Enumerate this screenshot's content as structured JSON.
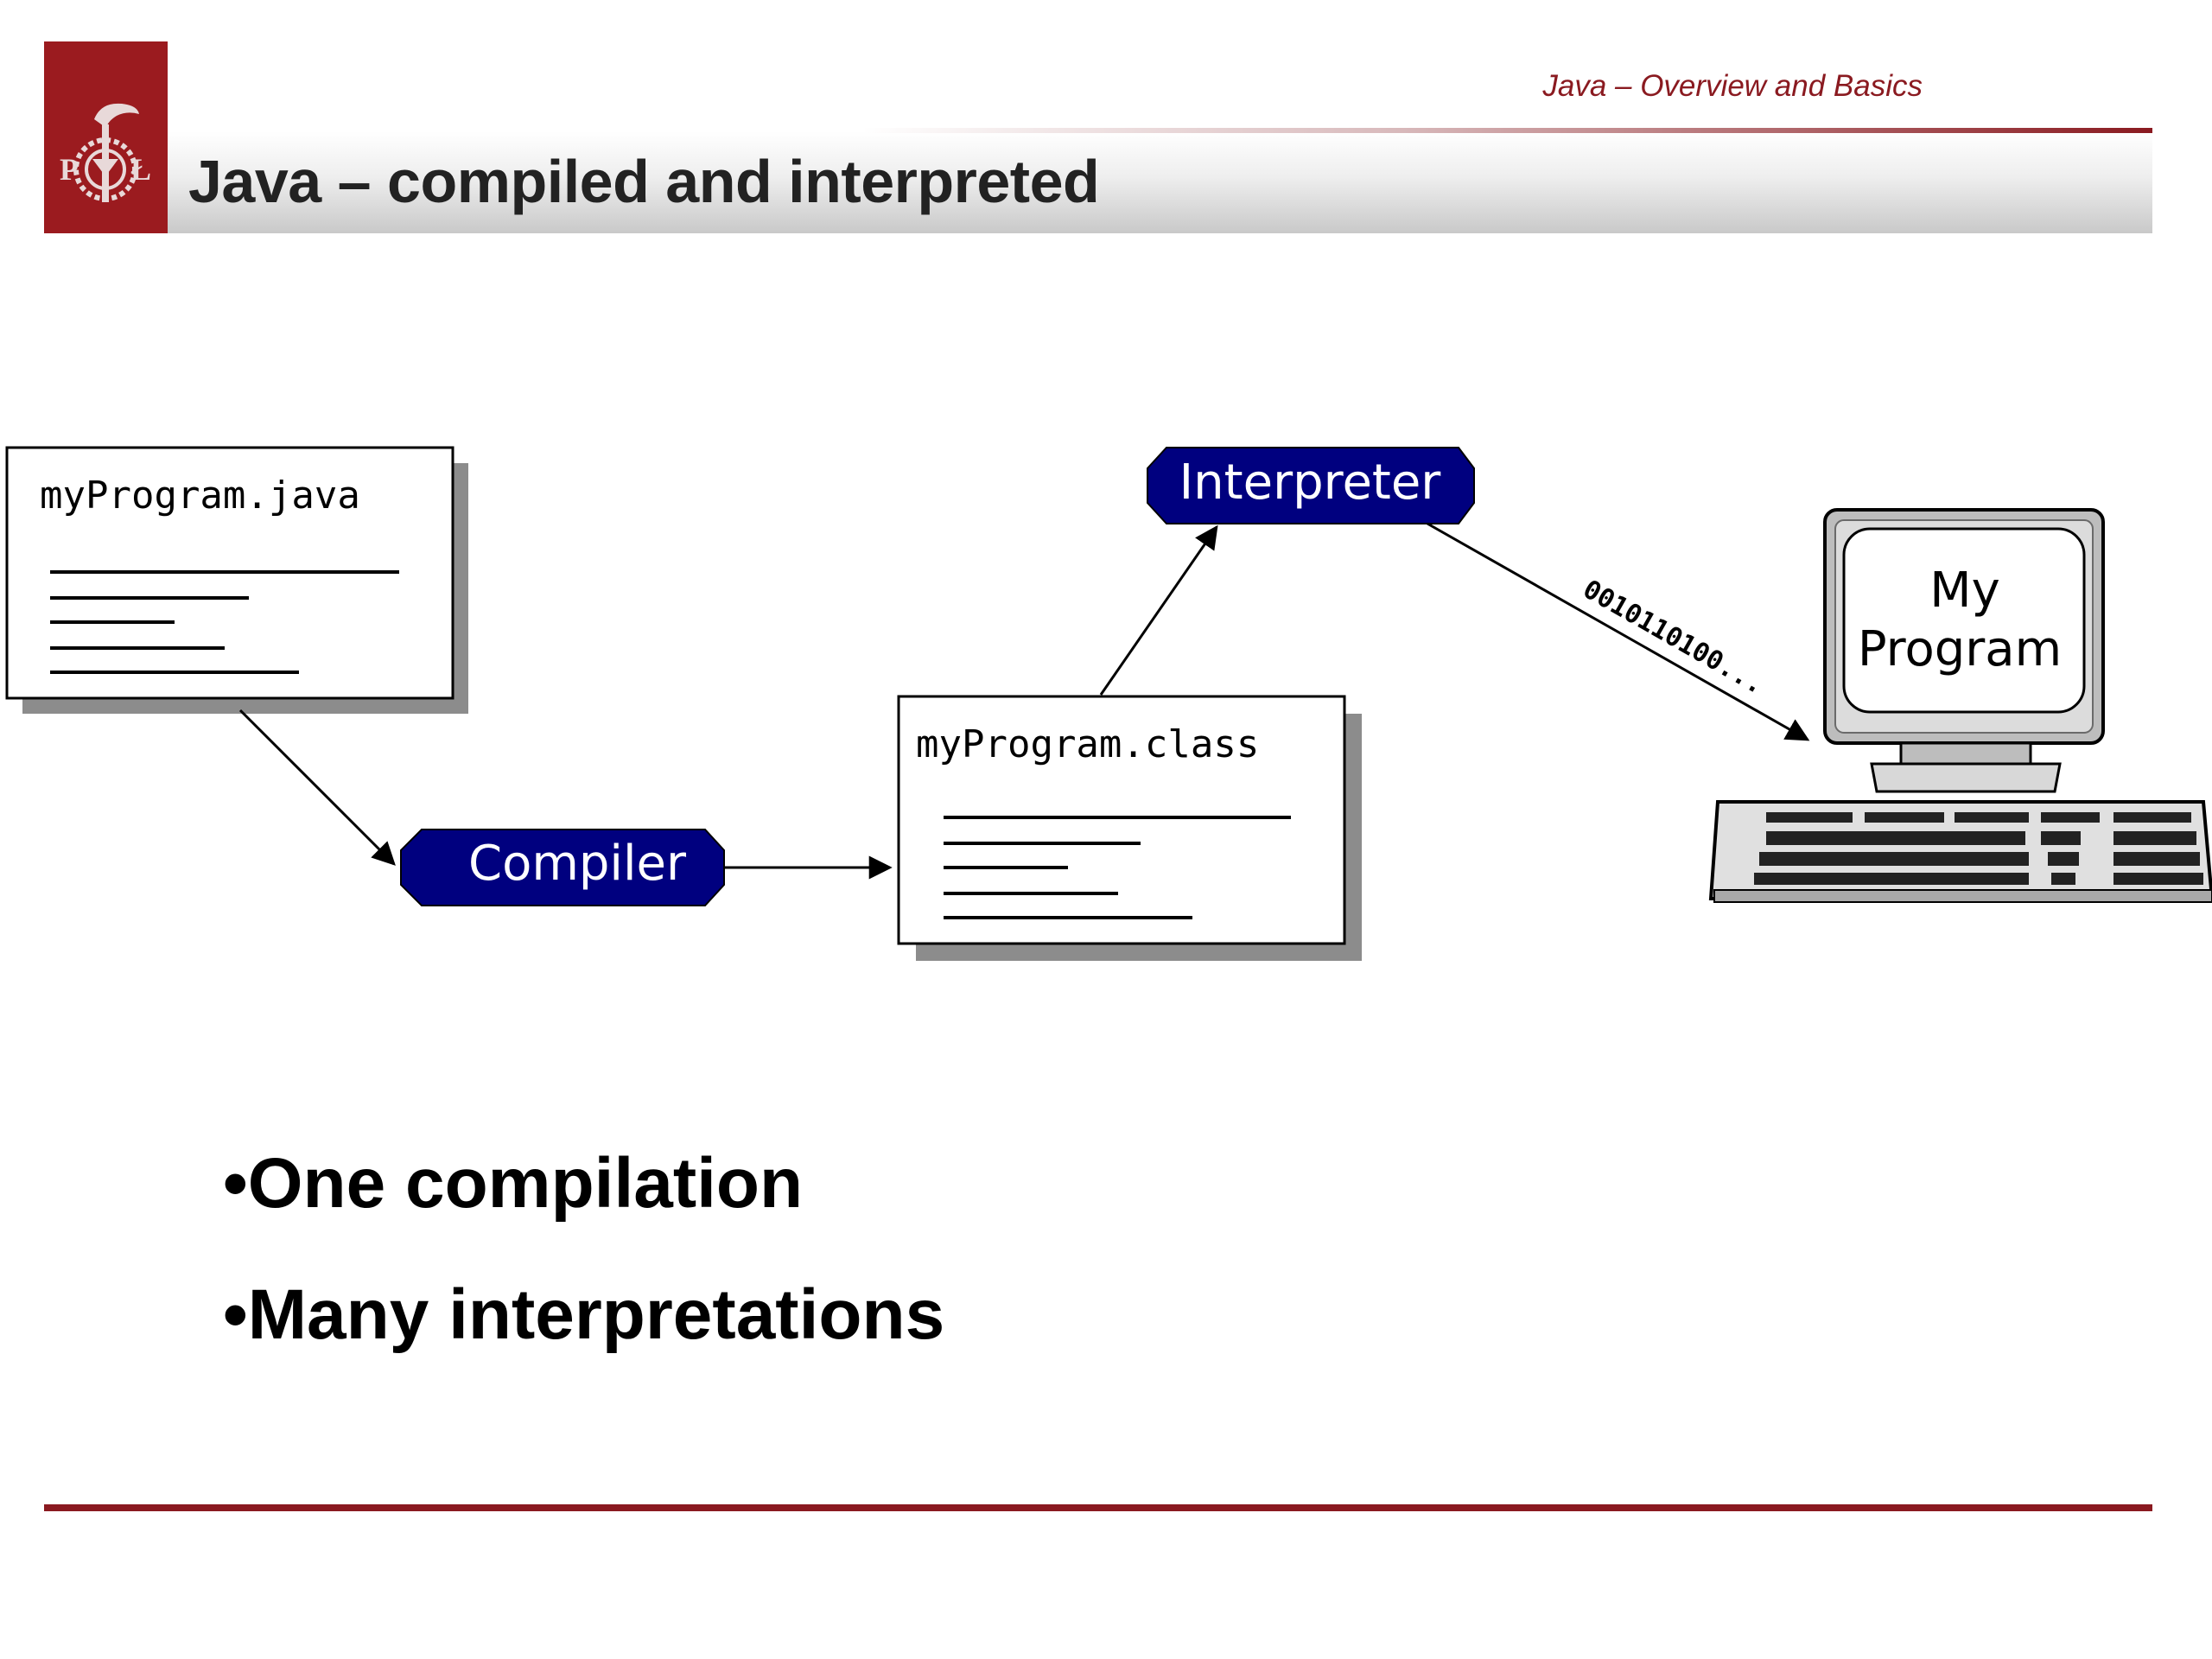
{
  "slide": {
    "subject": "Java – Overview and Basics",
    "title": "Java – compiled and interpreted",
    "logo_letters": [
      "P",
      "Ł"
    ],
    "colors": {
      "accent": "#8a1a20",
      "logo_bg": "#9b1b1f",
      "node_fill": "#00007f"
    }
  },
  "diagram": {
    "source_file": "myProgram.java",
    "compiler": "Compiler",
    "class_file": "myProgram.class",
    "interpreter": "Interpreter",
    "bits": "0010110100...",
    "monitor_line1": "My",
    "monitor_line2": "Program"
  },
  "bullets": [
    "•One compilation",
    "•Many interpretations"
  ]
}
